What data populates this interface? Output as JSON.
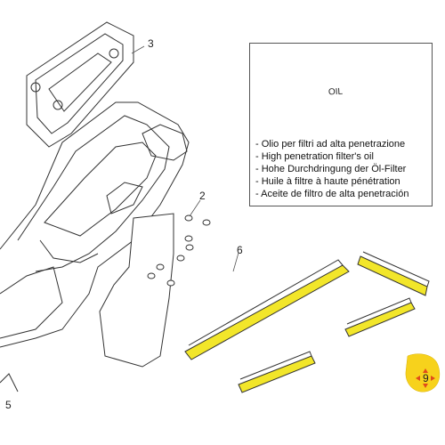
{
  "callouts": {
    "c2": "2",
    "c3": "3",
    "c5": "5",
    "c6": "6",
    "c9": "9"
  },
  "can_label": "OIL",
  "oil_notes": [
    "- Olio per filtri ad alta penetrazione",
    "- High penetration filter's oil",
    "- Hohe Durchdringung der Öl-Filter",
    "- Huile à filtre à haute pénétration",
    "- Aceite de filtro de alta penetración"
  ],
  "colors": {
    "highlight": "#f2e62a",
    "line": "#333333",
    "marker": "#f7d21c"
  }
}
